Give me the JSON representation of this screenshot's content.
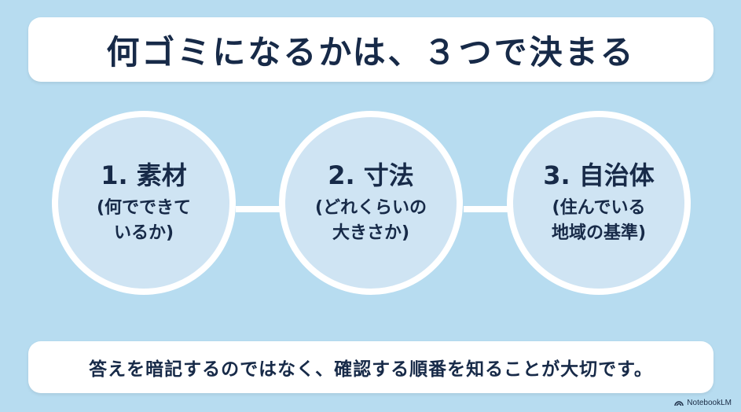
{
  "title": "何ゴミになるかは、３つで決まる",
  "steps": [
    {
      "title": "1. 素材",
      "desc_line1": "(何でできて",
      "desc_line2": "いるか)"
    },
    {
      "title": "2. 寸法",
      "desc_line1": "(どれくらいの",
      "desc_line2": "大きさか)"
    },
    {
      "title": "3. 自治体",
      "desc_line1": "(住んでいる",
      "desc_line2": "地域の基準)"
    }
  ],
  "footer": "答えを暗記するのではなく、確認する順番を知ることが大切です。",
  "watermark": "NotebookLM",
  "colors": {
    "background": "#b7dcf0",
    "circle_fill": "#cfe4f3",
    "text": "#172a48",
    "banner": "#ffffff"
  }
}
